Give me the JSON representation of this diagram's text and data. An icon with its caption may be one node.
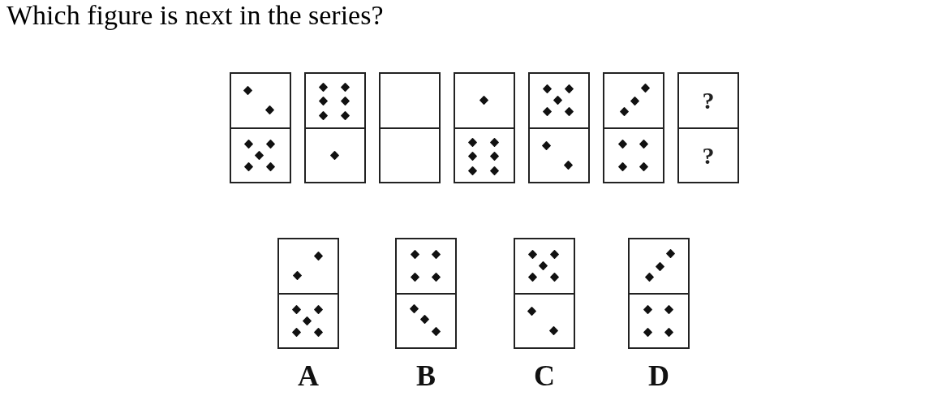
{
  "diagram": {
    "title": "Which figure is next in the series?",
    "nodes": [
      {
        "text": [],
        "shape": "box"
      },
      {
        "text": [],
        "shape": "box"
      },
      {
        "text": [],
        "shape": "box"
      },
      {
        "text": [],
        "shape": "box"
      },
      {
        "text": [],
        "shape": "box"
      },
      {
        "text": [],
        "shape": "box"
      },
      {
        "text": [
          "?",
          "?"
        ]
      },
      {
        "text": [],
        "shape": "box",
        "beside": [
          "A"
        ]
      },
      {
        "text": [],
        "shape": "box",
        "beside": [
          "B"
        ]
      },
      {
        "text": [],
        "shape": "box",
        "beside": [
          "C"
        ]
      },
      {
        "text": [],
        "shape": "box",
        "beside": [
          "D"
        ]
      }
    ]
  }
}
